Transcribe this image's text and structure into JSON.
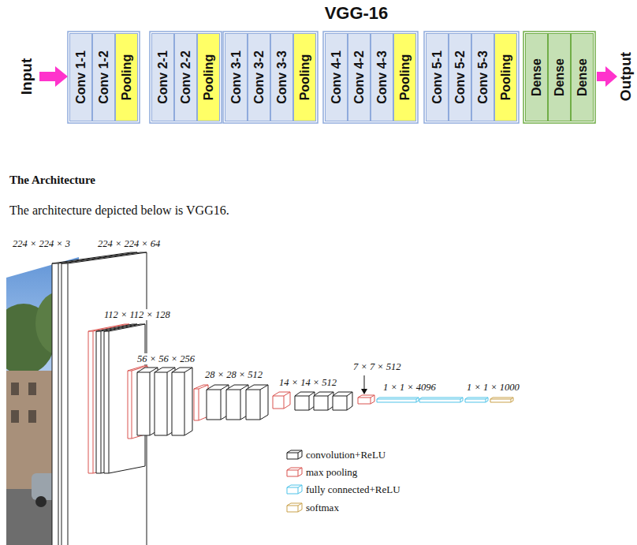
{
  "diagram": {
    "title": "VGG-16",
    "nodes": [
      {
        "text": [
          "Conv 1-1"
        ]
      },
      {
        "text": [
          "Conv 1-2"
        ]
      },
      {
        "text": [
          "Pooling"
        ]
      },
      {
        "text": [
          "Conv 2-1"
        ]
      },
      {
        "text": [
          "Conv 2-2"
        ]
      },
      {
        "text": [
          "Pooling"
        ]
      },
      {
        "text": [
          "Conv 3-1"
        ]
      },
      {
        "text": [
          "Conv 3-2"
        ]
      },
      {
        "text": [
          "Conv 3-3"
        ]
      },
      {
        "text": [
          "Pooling"
        ]
      },
      {
        "text": [
          "Conv 4-1"
        ]
      },
      {
        "text": [
          "Conv 4-2"
        ]
      },
      {
        "text": [
          "Conv 4-3"
        ]
      },
      {
        "text": [
          "Pooling"
        ]
      },
      {
        "text": [
          "Conv 5-1"
        ]
      },
      {
        "text": [
          "Conv 5-2"
        ]
      },
      {
        "text": [
          "Conv 5-3"
        ]
      },
      {
        "text": [
          "Pooling"
        ]
      },
      {
        "text": [
          "Dense"
        ]
      },
      {
        "text": [
          "Dense"
        ]
      },
      {
        "text": [
          "Dense"
        ]
      }
    ],
    "labels": [
      "Input",
      "Output",
      "The Architecture",
      "The architecture depicted below is VGG16.",
      "224 × 224 × 3",
      "224 × 224 × 64",
      "112 × 112 × 128",
      "56 × 56 × 256",
      "28 × 28 × 512",
      "14 × 14 × 512",
      "7 × 7 × 512",
      "1 × 1 × 4096",
      "1 × 1 × 1000"
    ],
    "legend": [
      {
        "text": "convolution+ReLU"
      },
      {
        "text": "max pooling"
      },
      {
        "text": "fully connected+ReLU"
      },
      {
        "text": "softmax"
      }
    ]
  }
}
